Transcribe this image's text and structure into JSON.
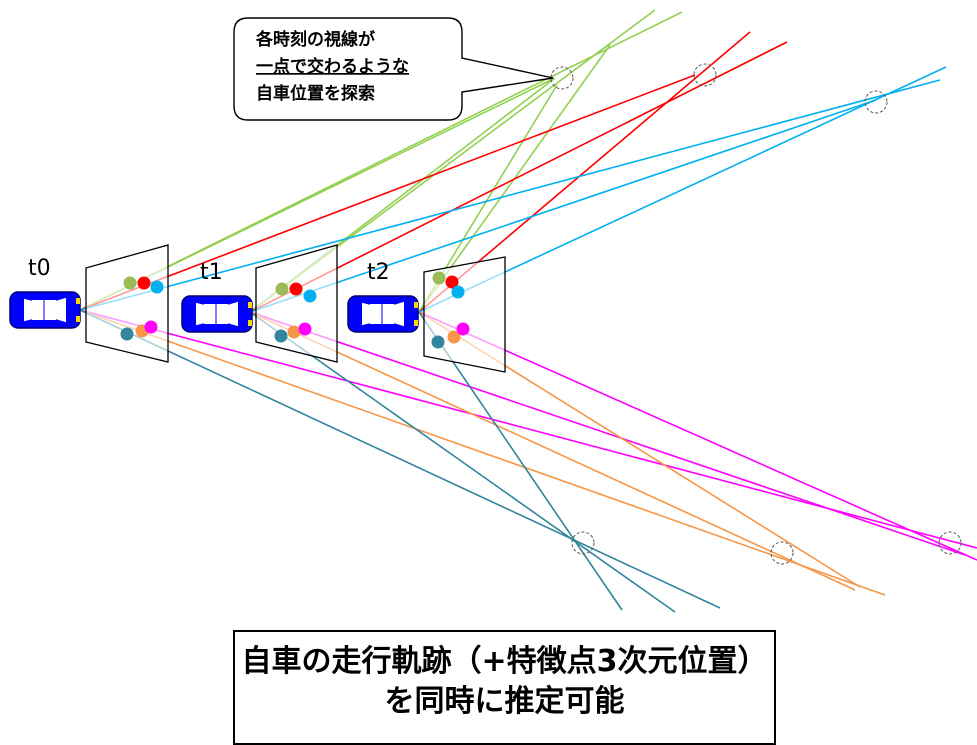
{
  "callout": {
    "line1": "各時刻の視線が",
    "line2": "一点で交わるような",
    "line3": "自車位置を探索"
  },
  "time_labels": [
    "t0",
    "t1",
    "t2"
  ],
  "summary": {
    "line1": "自車の走行軌跡（+特徴点3次元位置）",
    "line2": "を同時に推定可能"
  },
  "colors": {
    "green": "#92d050",
    "red": "#ff0000",
    "cyan": "#00b0f0",
    "magenta": "#ff00ff",
    "orange": "#f79646",
    "teal": "#31859c",
    "olive": "#9bbb59",
    "car": "#0000ff"
  }
}
